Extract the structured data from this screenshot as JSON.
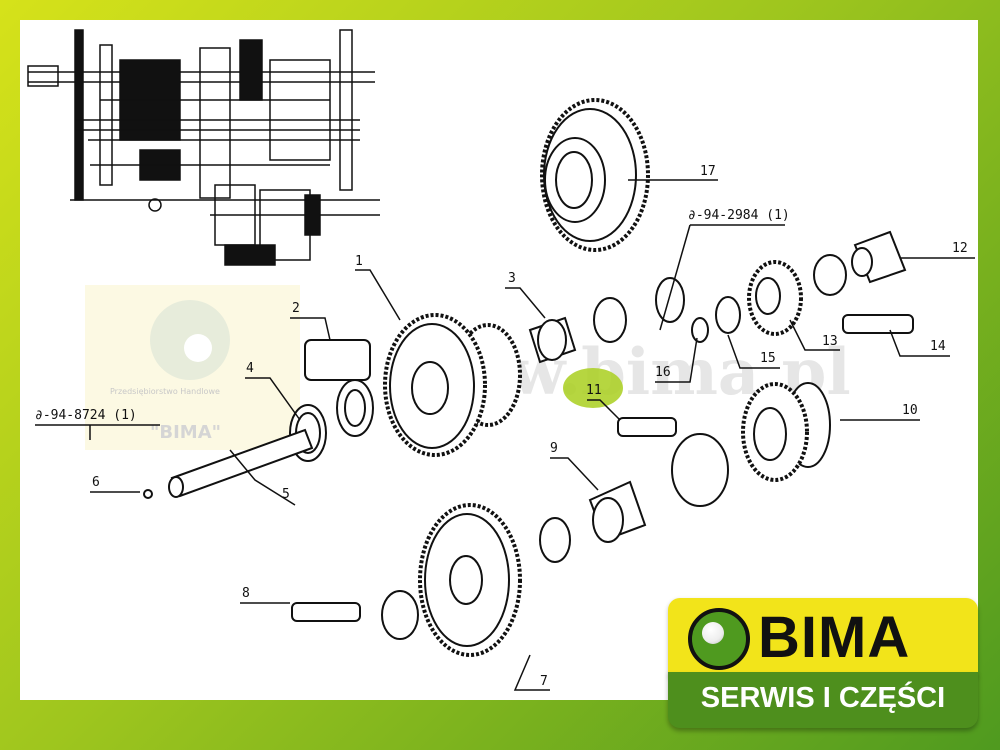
{
  "labels": {
    "n1": "1",
    "n2": "2",
    "n3": "3",
    "n4": "4",
    "n5": "5",
    "n6": "6",
    "n7": "7",
    "n8": "8",
    "n9": "9",
    "n10": "10",
    "n11": "11",
    "n12": "12",
    "n13": "13",
    "n14": "14",
    "n15": "15",
    "n16": "16",
    "n17": "17"
  },
  "refs": {
    "ref_left": "∂-94-8724 (1)",
    "ref_right": "∂-94-2984 (1)"
  },
  "watermark": {
    "url": "www.bima.pl",
    "company_line": "Przedsiębiorstwo Handlowe",
    "company_name": "\"BIMA\""
  },
  "badge": {
    "title": "BIMA",
    "subtitle": "SERWIS I CZĘŚCI"
  },
  "colors": {
    "frame_start": "#d6e21a",
    "frame_end": "#4f9a1f",
    "badge_yellow": "#f2e41a",
    "badge_green": "#4e8f1d",
    "highlight": "#a9cf1e"
  }
}
